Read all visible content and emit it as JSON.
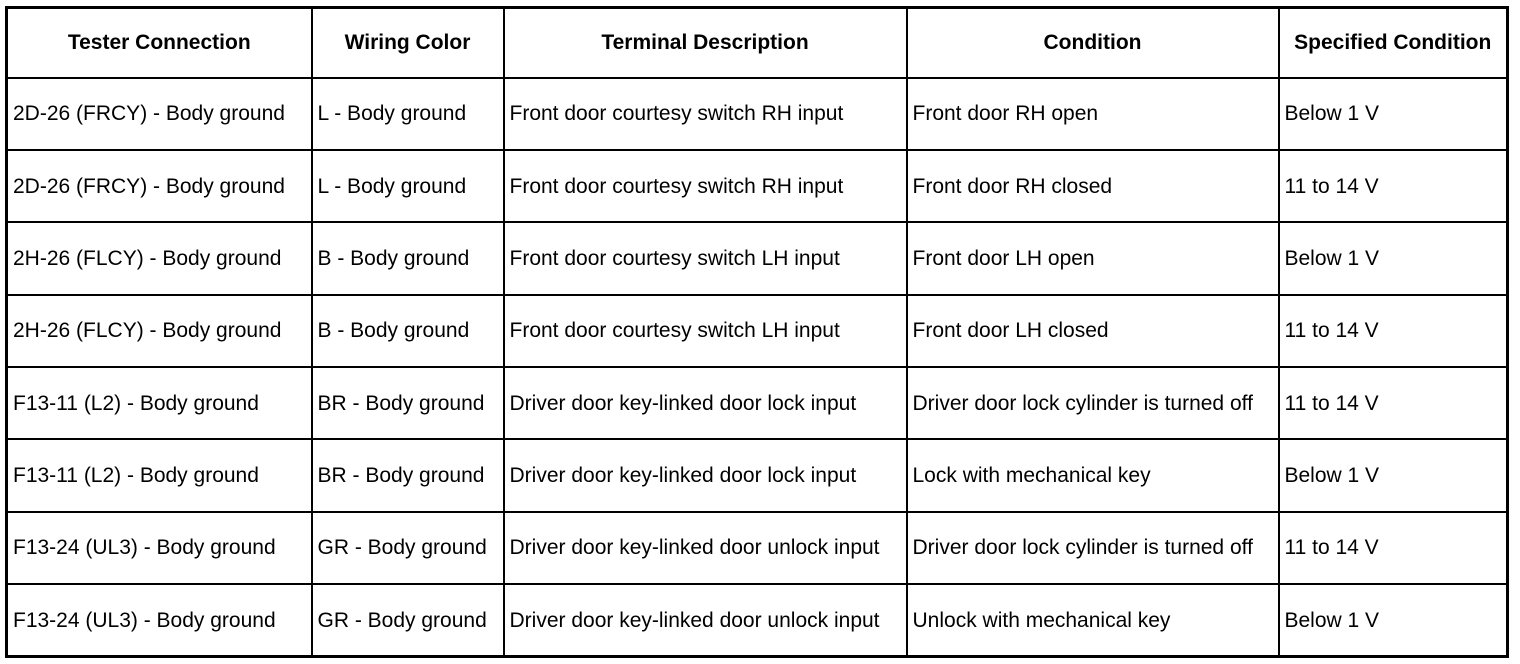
{
  "table": {
    "headers": [
      "Tester Connection",
      "Wiring Color",
      "Terminal Description",
      "Condition",
      "Specified Condition"
    ],
    "rows": [
      [
        "2D-26 (FRCY) - Body ground",
        "L - Body ground",
        "Front door courtesy switch RH input",
        "Front door RH open",
        "Below 1 V"
      ],
      [
        "2D-26 (FRCY) - Body ground",
        "L - Body ground",
        "Front door courtesy switch RH input",
        "Front door RH closed",
        "11 to 14 V"
      ],
      [
        "2H-26 (FLCY) - Body ground",
        "B - Body ground",
        "Front door courtesy switch LH input",
        "Front door LH open",
        "Below 1 V"
      ],
      [
        "2H-26 (FLCY) - Body ground",
        "B - Body ground",
        "Front door courtesy switch LH input",
        "Front door LH closed",
        "11 to 14 V"
      ],
      [
        "F13-11 (L2) - Body ground",
        "BR - Body ground",
        "Driver door key-linked door lock input",
        "Driver door lock cylinder is turned off",
        "11 to 14 V"
      ],
      [
        "F13-11 (L2) - Body ground",
        "BR - Body ground",
        "Driver door key-linked door lock input",
        "Lock with mechanical key",
        "Below 1 V"
      ],
      [
        "F13-24 (UL3) - Body ground",
        "GR - Body ground",
        "Driver door key-linked door unlock input",
        "Driver door lock cylinder is turned off",
        "11 to 14 V"
      ],
      [
        "F13-24 (UL3) - Body ground",
        "GR - Body ground",
        "Driver door key-linked door unlock input",
        "Unlock with mechanical key",
        "Below 1 V"
      ]
    ]
  }
}
